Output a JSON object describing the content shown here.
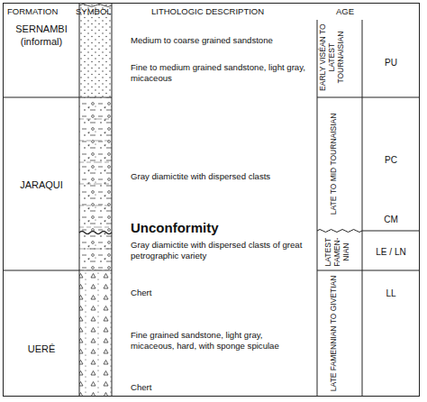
{
  "diagram": {
    "labels": [
      "FORMATION",
      "SYMBOL",
      "LITHOLOGIC DESCRIPTION",
      "AGE",
      "SERNAMBI (informal)",
      "Medium to coarse grained sandstone",
      "Fine to medium grained sandstone, light gray, micaceous",
      "EARLY VISÉAN TO LATEST TOURNAISIAN",
      "PU",
      "JARAQUI",
      "Gray diamictite with dispersed clasts",
      "LATE TO MID TOURNAISIAN",
      "PC",
      "CM",
      "Unconformity",
      "Gray diamictite with dispersed clasts of great petrographic variety",
      "LATEST FAMEN- NIAN",
      "LE / LN",
      "UERÊ",
      "Chert",
      "LL",
      "Fine grained sandstone, light gray, micaceous, hard, with sponge spiculae",
      "Chert",
      "LATE FAMENNIAN TO GIVETIAN"
    ]
  }
}
